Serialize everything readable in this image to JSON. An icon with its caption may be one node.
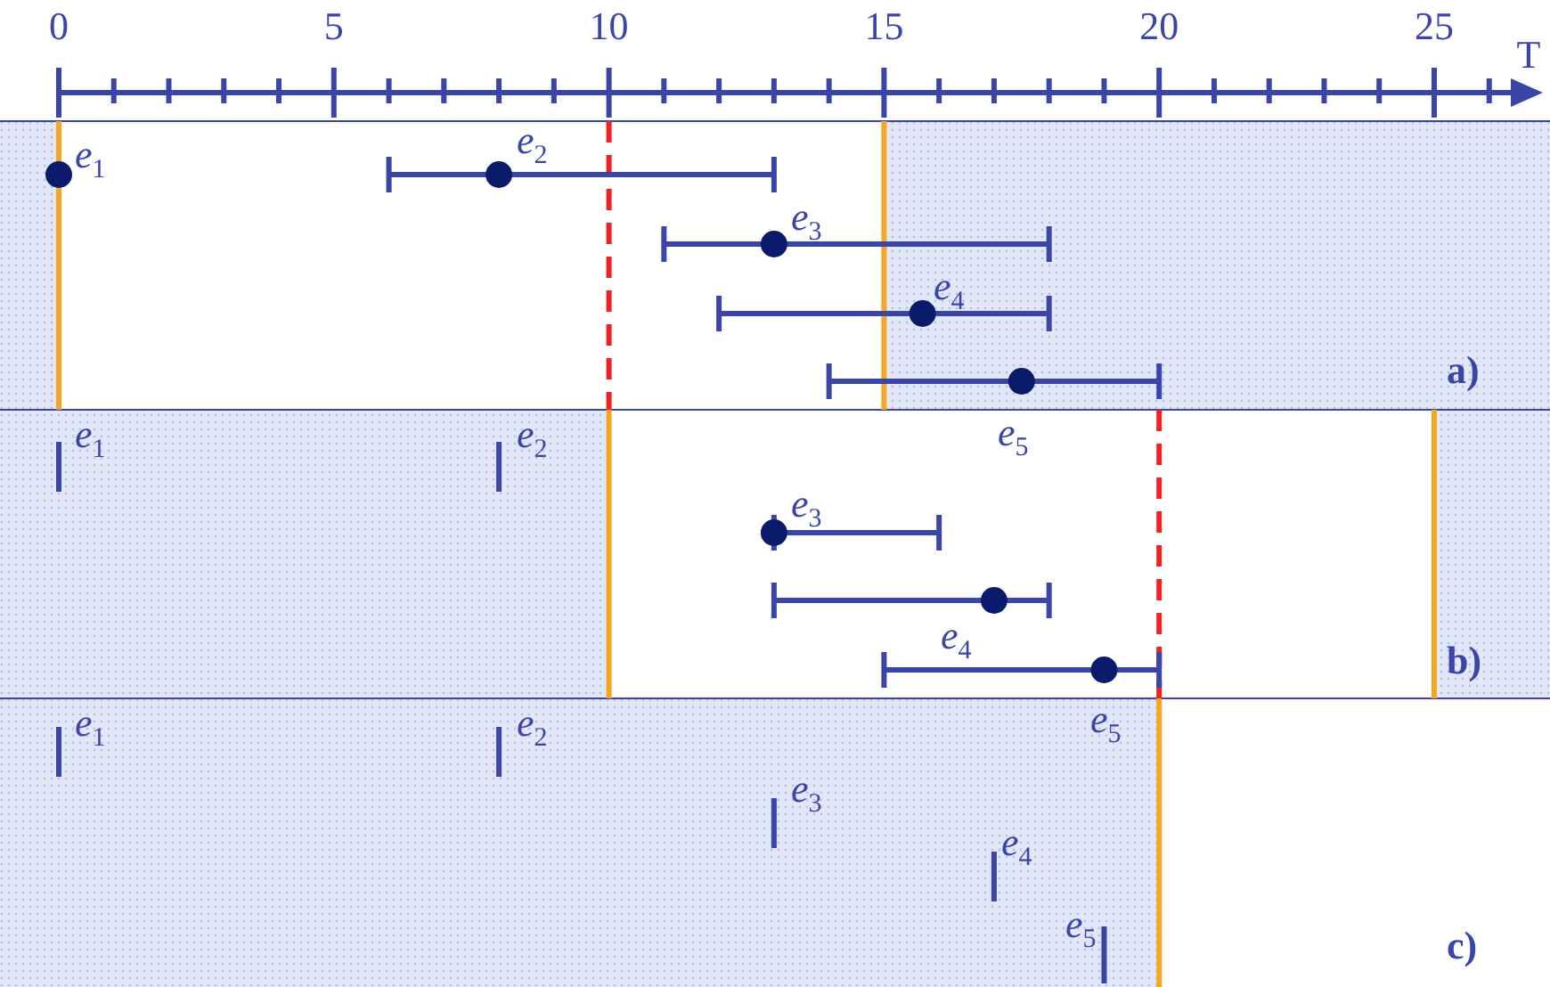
{
  "diagram": {
    "labels": [
      "0",
      "5",
      "10",
      "15",
      "20",
      "25",
      "T",
      "e$_{1}$",
      "e$_{2}$",
      "e$_{3}$",
      "e$_{4}$",
      "e$_{5}$",
      "a)",
      "e$_{1}$",
      "e$_{2}$",
      "e$_{3}$",
      "e$_{4}$",
      "e$_{5}$",
      "b)",
      "e$_{1}$",
      "e$_{2}$",
      "e$_{3}$",
      "e$_{4}$",
      "e$_{5}$",
      "c)"
    ]
  }
}
